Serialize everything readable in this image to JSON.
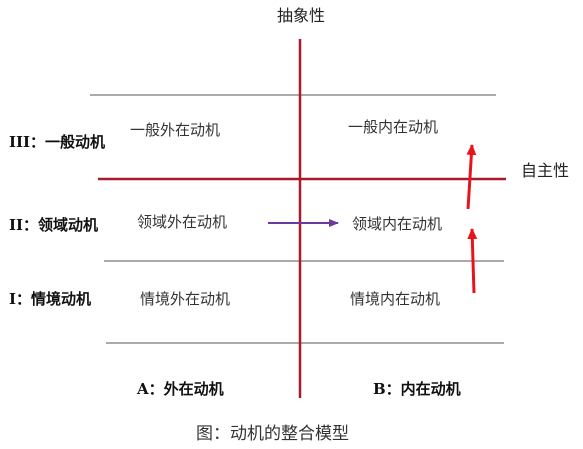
{
  "axes": {
    "vertical_label": "抽象性",
    "horizontal_label": "自主性"
  },
  "levels": [
    {
      "label": "III：一般动机",
      "left_cell": "一般外在动机",
      "right_cell": "一般内在动机"
    },
    {
      "label": "II：领域动机",
      "left_cell": "领域外在动机",
      "right_cell": "领域内在动机"
    },
    {
      "label": "I：情境动机",
      "left_cell": "情境外在动机",
      "right_cell": "情境内在动机"
    }
  ],
  "columns": {
    "left": "A：外在动机",
    "right": "B：内在动机"
  },
  "caption": "图：动机的整合模型",
  "colors": {
    "axis": "#a81c2a",
    "separator": "#555555",
    "horizontal_arrow": "#6a3a9c",
    "vertical_arrows": "#e8141c"
  }
}
